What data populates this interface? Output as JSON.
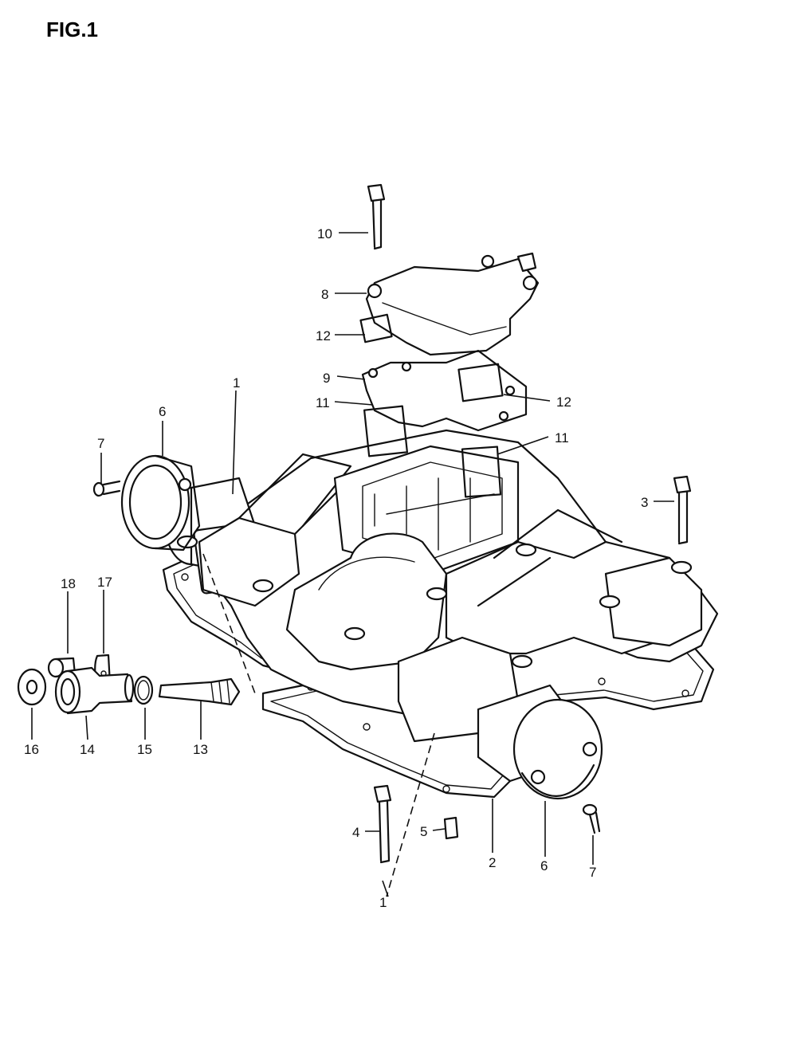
{
  "figure": {
    "title": "FIG.1"
  },
  "callouts": {
    "c1": "1",
    "c2": "2",
    "c3": "3",
    "c4": "4",
    "c5": "5",
    "c6a": "6",
    "c6b": "6",
    "c7a": "7",
    "c7b": "7",
    "c8": "8",
    "c9": "9",
    "c10": "10",
    "c11a": "11",
    "c11b": "11",
    "c12a": "12",
    "c12b": "12",
    "c13": "13",
    "c14": "14",
    "c15": "15",
    "c16": "16",
    "c17": "17",
    "c18": "18"
  }
}
